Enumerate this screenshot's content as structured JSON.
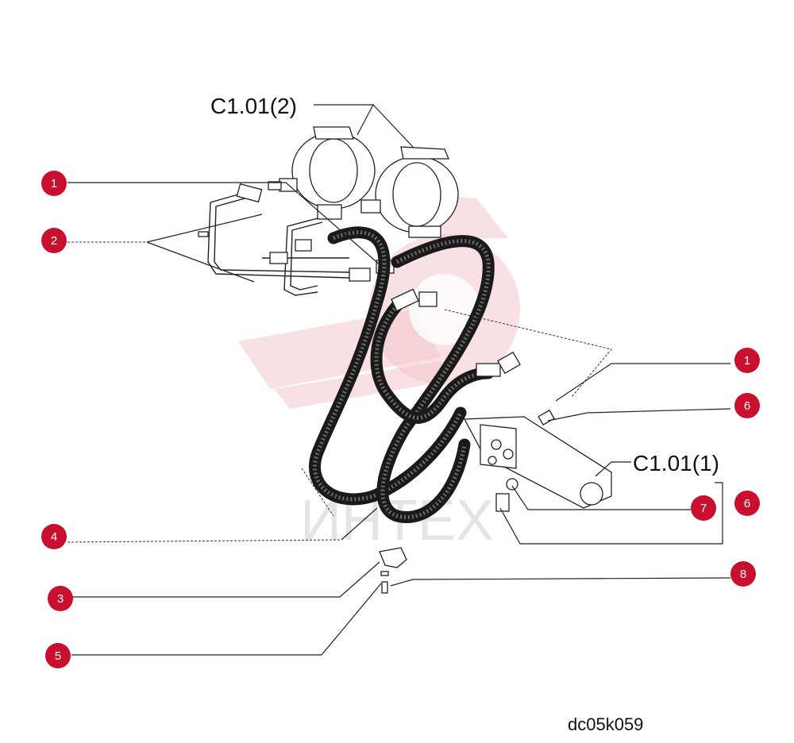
{
  "diagram": {
    "assembly_labels": {
      "upper": "C1.01(2)",
      "lower": "C1.01(1)"
    },
    "callouts": [
      {
        "id": "c-1a",
        "number": "1"
      },
      {
        "id": "c-2",
        "number": "2"
      },
      {
        "id": "c-1b",
        "number": "1"
      },
      {
        "id": "c-6a",
        "number": "6"
      },
      {
        "id": "c-7",
        "number": "7"
      },
      {
        "id": "c-6b",
        "number": "6"
      },
      {
        "id": "c-4",
        "number": "4"
      },
      {
        "id": "c-3",
        "number": "3"
      },
      {
        "id": "c-8",
        "number": "8"
      },
      {
        "id": "c-5",
        "number": "5"
      }
    ],
    "drawing_code": "dc05k059",
    "watermark_text": "ИНТЕХ",
    "colors": {
      "callout": "#c8102e",
      "watermark": "#f2c6cc",
      "line": "#222222"
    }
  }
}
